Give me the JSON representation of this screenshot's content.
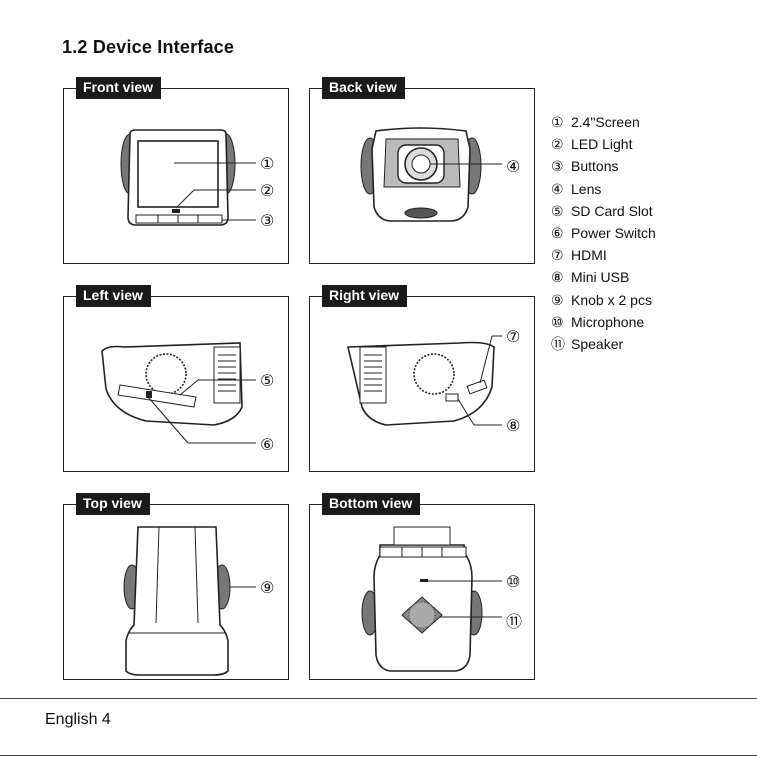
{
  "title": "1.2 Device Interface",
  "views": {
    "front": "Front view",
    "back": "Back view",
    "left": "Left view",
    "right": "Right view",
    "top": "Top view",
    "bottom": "Bottom view"
  },
  "markers": [
    "①",
    "②",
    "③",
    "④",
    "⑤",
    "⑥",
    "⑦",
    "⑧",
    "⑨",
    "⑩",
    "⑪"
  ],
  "legend": [
    {
      "num": "①",
      "label": "2.4\"Screen"
    },
    {
      "num": "②",
      "label": "LED Light"
    },
    {
      "num": "③",
      "label": "Buttons"
    },
    {
      "num": "④",
      "label": "Lens"
    },
    {
      "num": "⑤",
      "label": "SD Card Slot"
    },
    {
      "num": "⑥",
      "label": "Power Switch"
    },
    {
      "num": "⑦",
      "label": "HDMI"
    },
    {
      "num": "⑧",
      "label": "Mini USB"
    },
    {
      "num": "⑨",
      "label": "Knob x 2 pcs"
    },
    {
      "num": "⑩",
      "label": "Microphone"
    },
    {
      "num": "⑪",
      "label": "Speaker"
    }
  ],
  "footer": "English 4"
}
